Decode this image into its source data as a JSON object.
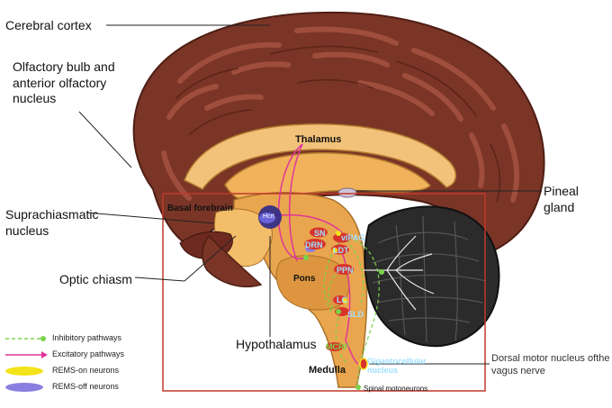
{
  "labels": {
    "cerebral_cortex": "Cerebral cortex",
    "olfactory": "Olfactory bulb and\nanterior olfactory\nnucleus",
    "suprachiasmatic": "Suprachiasmatic\nnucleus",
    "optic_chiasm": "Optic chiasm",
    "pineal_gland": "Pineal gland",
    "hypothalamus": "Hypothalamus",
    "dorsal_motor": "Dorsal motor nucleus ofthe\nvagus nerve",
    "thalamus": "Thalamus",
    "basal_forebrain": "Basal forebrain",
    "pons": "Pons",
    "medulla": "Medulla",
    "hcrt": "Hcrt",
    "sn": "SN",
    "vlpag": "vlPAG",
    "drn": "DRN",
    "ldt": "LDT",
    "ppn": "PPN",
    "lc": "LC",
    "sld": "SLD",
    "mcrf": "MCRF",
    "gigantocellular": "Gigantocellular\nnucleus",
    "spinal_motoneurons": "Spinal motoneurons"
  },
  "legend": {
    "inhibitory": "Inhibitory pathways",
    "excitatory": "Excitatory pathways",
    "rems_on": "REMS-on neurons",
    "rems_off": "REMS-off neurons"
  },
  "colors": {
    "cortex": "#7a3526",
    "cortex_light": "#9c4a36",
    "thalamus": "#f0b25a",
    "brainstem": "#e9a64e",
    "cerebellum": "#2b2b2b",
    "frame": "#c0392b",
    "inhibitory": "#7bd44a",
    "excitatory": "#e0359a",
    "rems_on": "#f4e31a",
    "rems_off": "#8a7fe0",
    "nucleus_red": "#d9342b",
    "nucleus_text": "#9fe0ff"
  }
}
